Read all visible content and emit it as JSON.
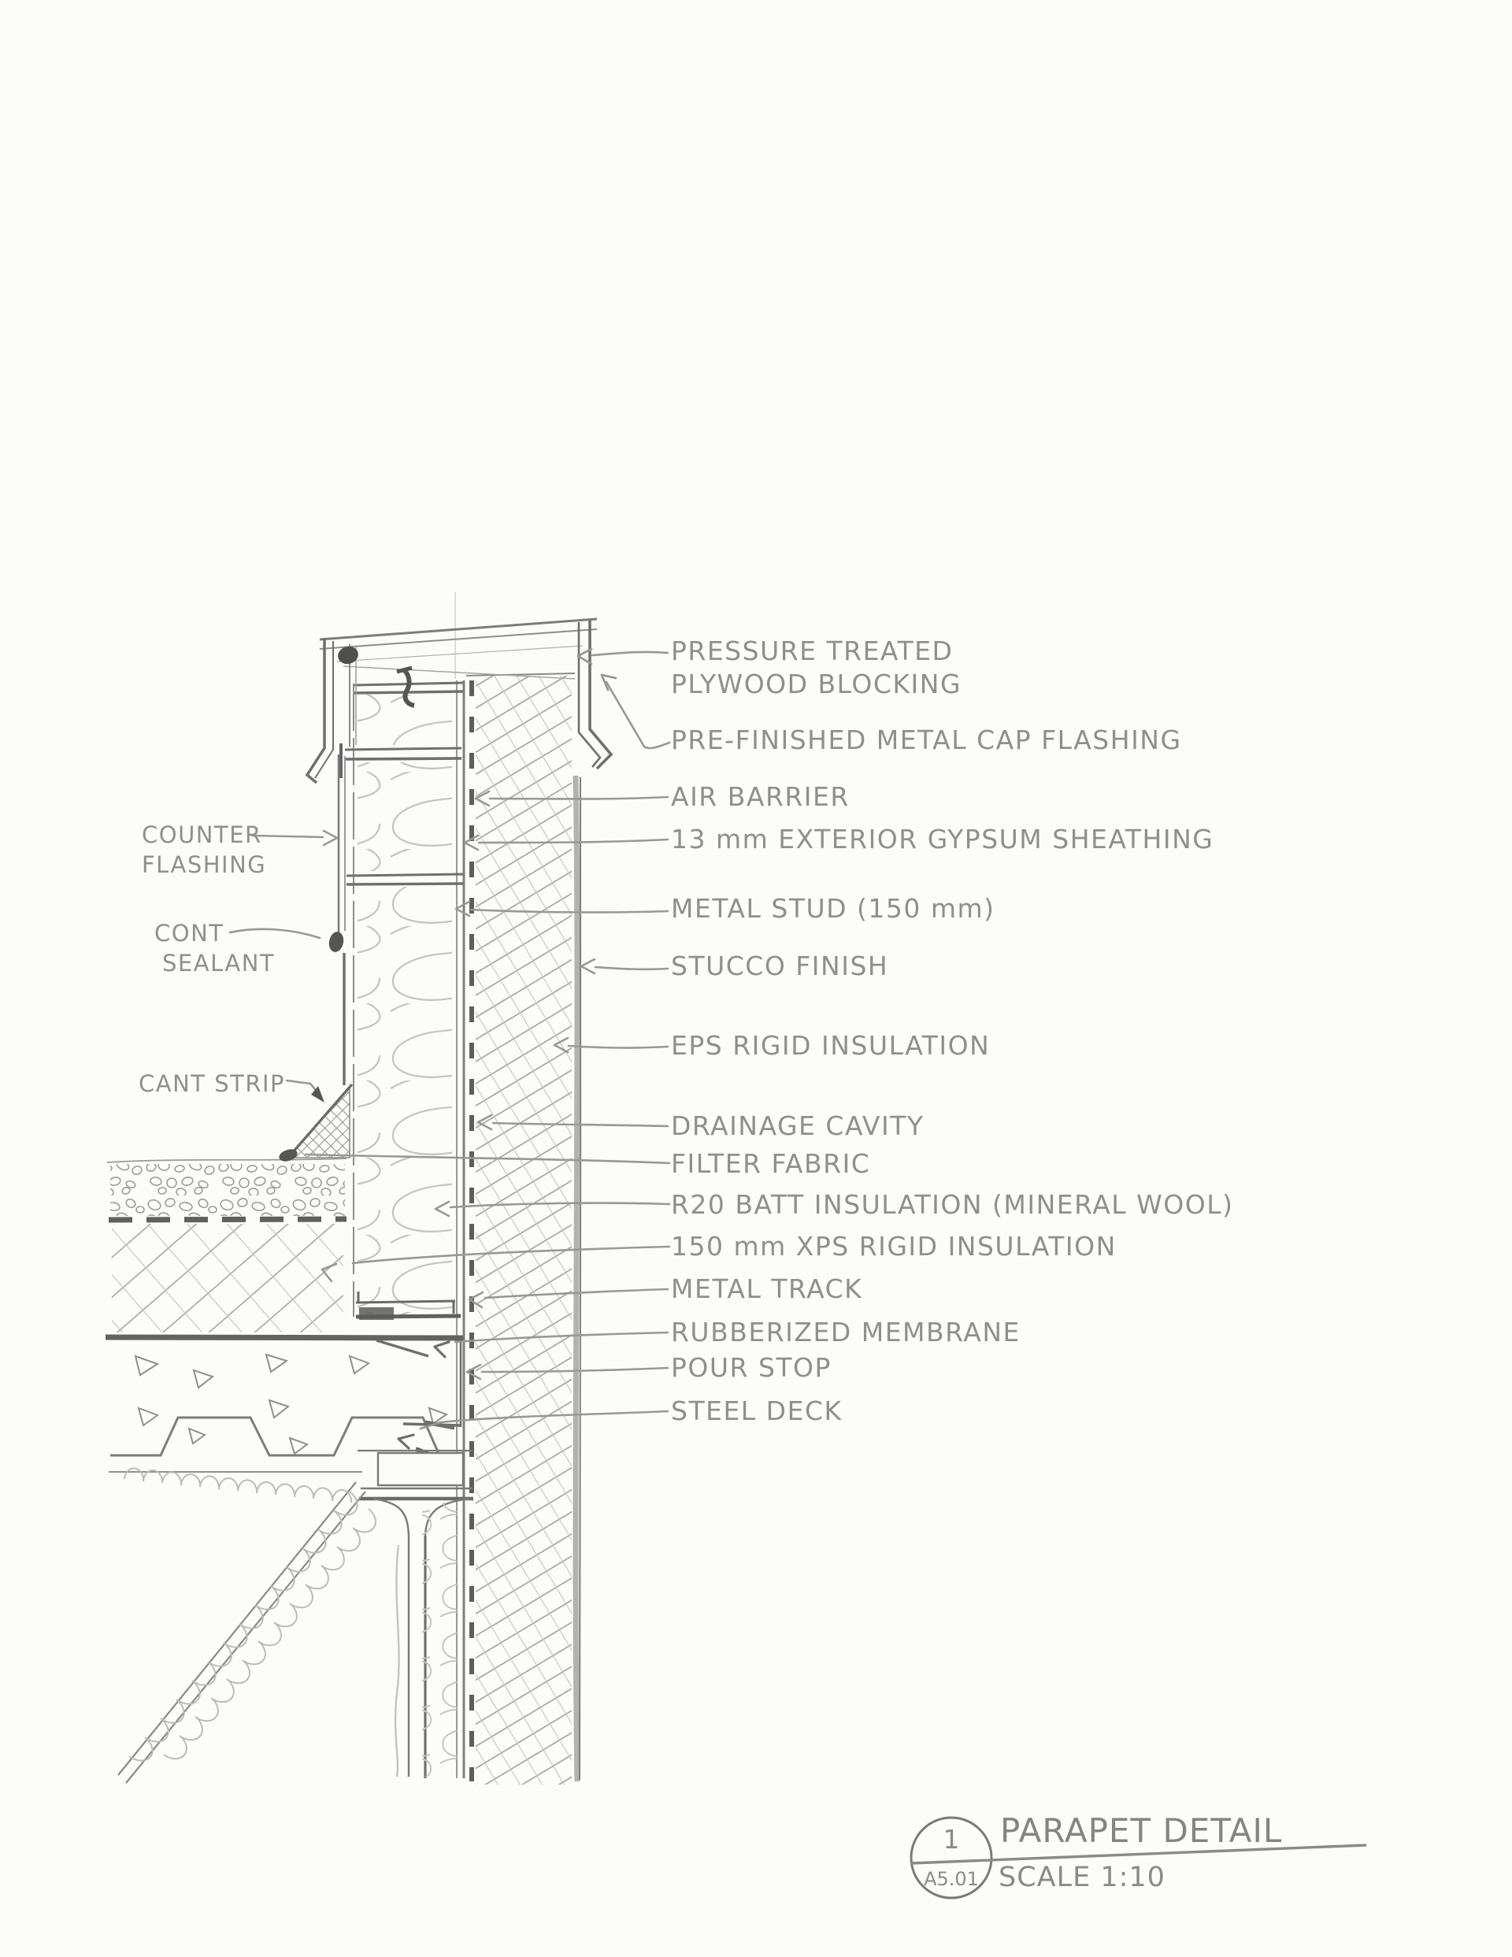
{
  "document_type": "hand-drawn architectural detail sketch",
  "colors": {
    "paper": "#fcfcfa",
    "pencil": "#8f8f8f",
    "pencil_dark": "#565656",
    "pencil_light": "#bdbcb8"
  },
  "annotations": {
    "right": [
      {
        "lines": [
          "PRESSURE TREATED",
          "PLYWOOD BLOCKING"
        ]
      },
      {
        "lines": [
          "PRE-FINISHED METAL CAP FLASHING"
        ]
      },
      {
        "lines": [
          "AIR BARRIER"
        ]
      },
      {
        "lines": [
          "13 mm EXTERIOR GYPSUM SHEATHING"
        ]
      },
      {
        "lines": [
          "METAL STUD (150 mm)"
        ]
      },
      {
        "lines": [
          "STUCCO FINISH"
        ]
      },
      {
        "lines": [
          "EPS RIGID INSULATION"
        ]
      },
      {
        "lines": [
          "DRAINAGE CAVITY"
        ]
      },
      {
        "lines": [
          "FILTER FABRIC"
        ]
      },
      {
        "lines": [
          "R20 BATT INSULATION (MINERAL WOOL)"
        ]
      },
      {
        "lines": [
          "150 mm XPS RIGID INSULATION"
        ]
      },
      {
        "lines": [
          "METAL TRACK"
        ]
      },
      {
        "lines": [
          "RUBBERIZED MEMBRANE"
        ]
      },
      {
        "lines": [
          "POUR STOP"
        ]
      },
      {
        "lines": [
          "STEEL DECK"
        ]
      }
    ],
    "left": [
      {
        "lines": [
          "COUNTER",
          "FLASHING"
        ]
      },
      {
        "lines": [
          "CONT",
          "SEALANT"
        ]
      },
      {
        "lines": [
          "CANT STRIP"
        ]
      }
    ]
  },
  "title_block": {
    "detail_number": "1",
    "sheet_number": "A5.01",
    "title": "PARAPET DETAIL",
    "scale": "SCALE 1:10"
  }
}
